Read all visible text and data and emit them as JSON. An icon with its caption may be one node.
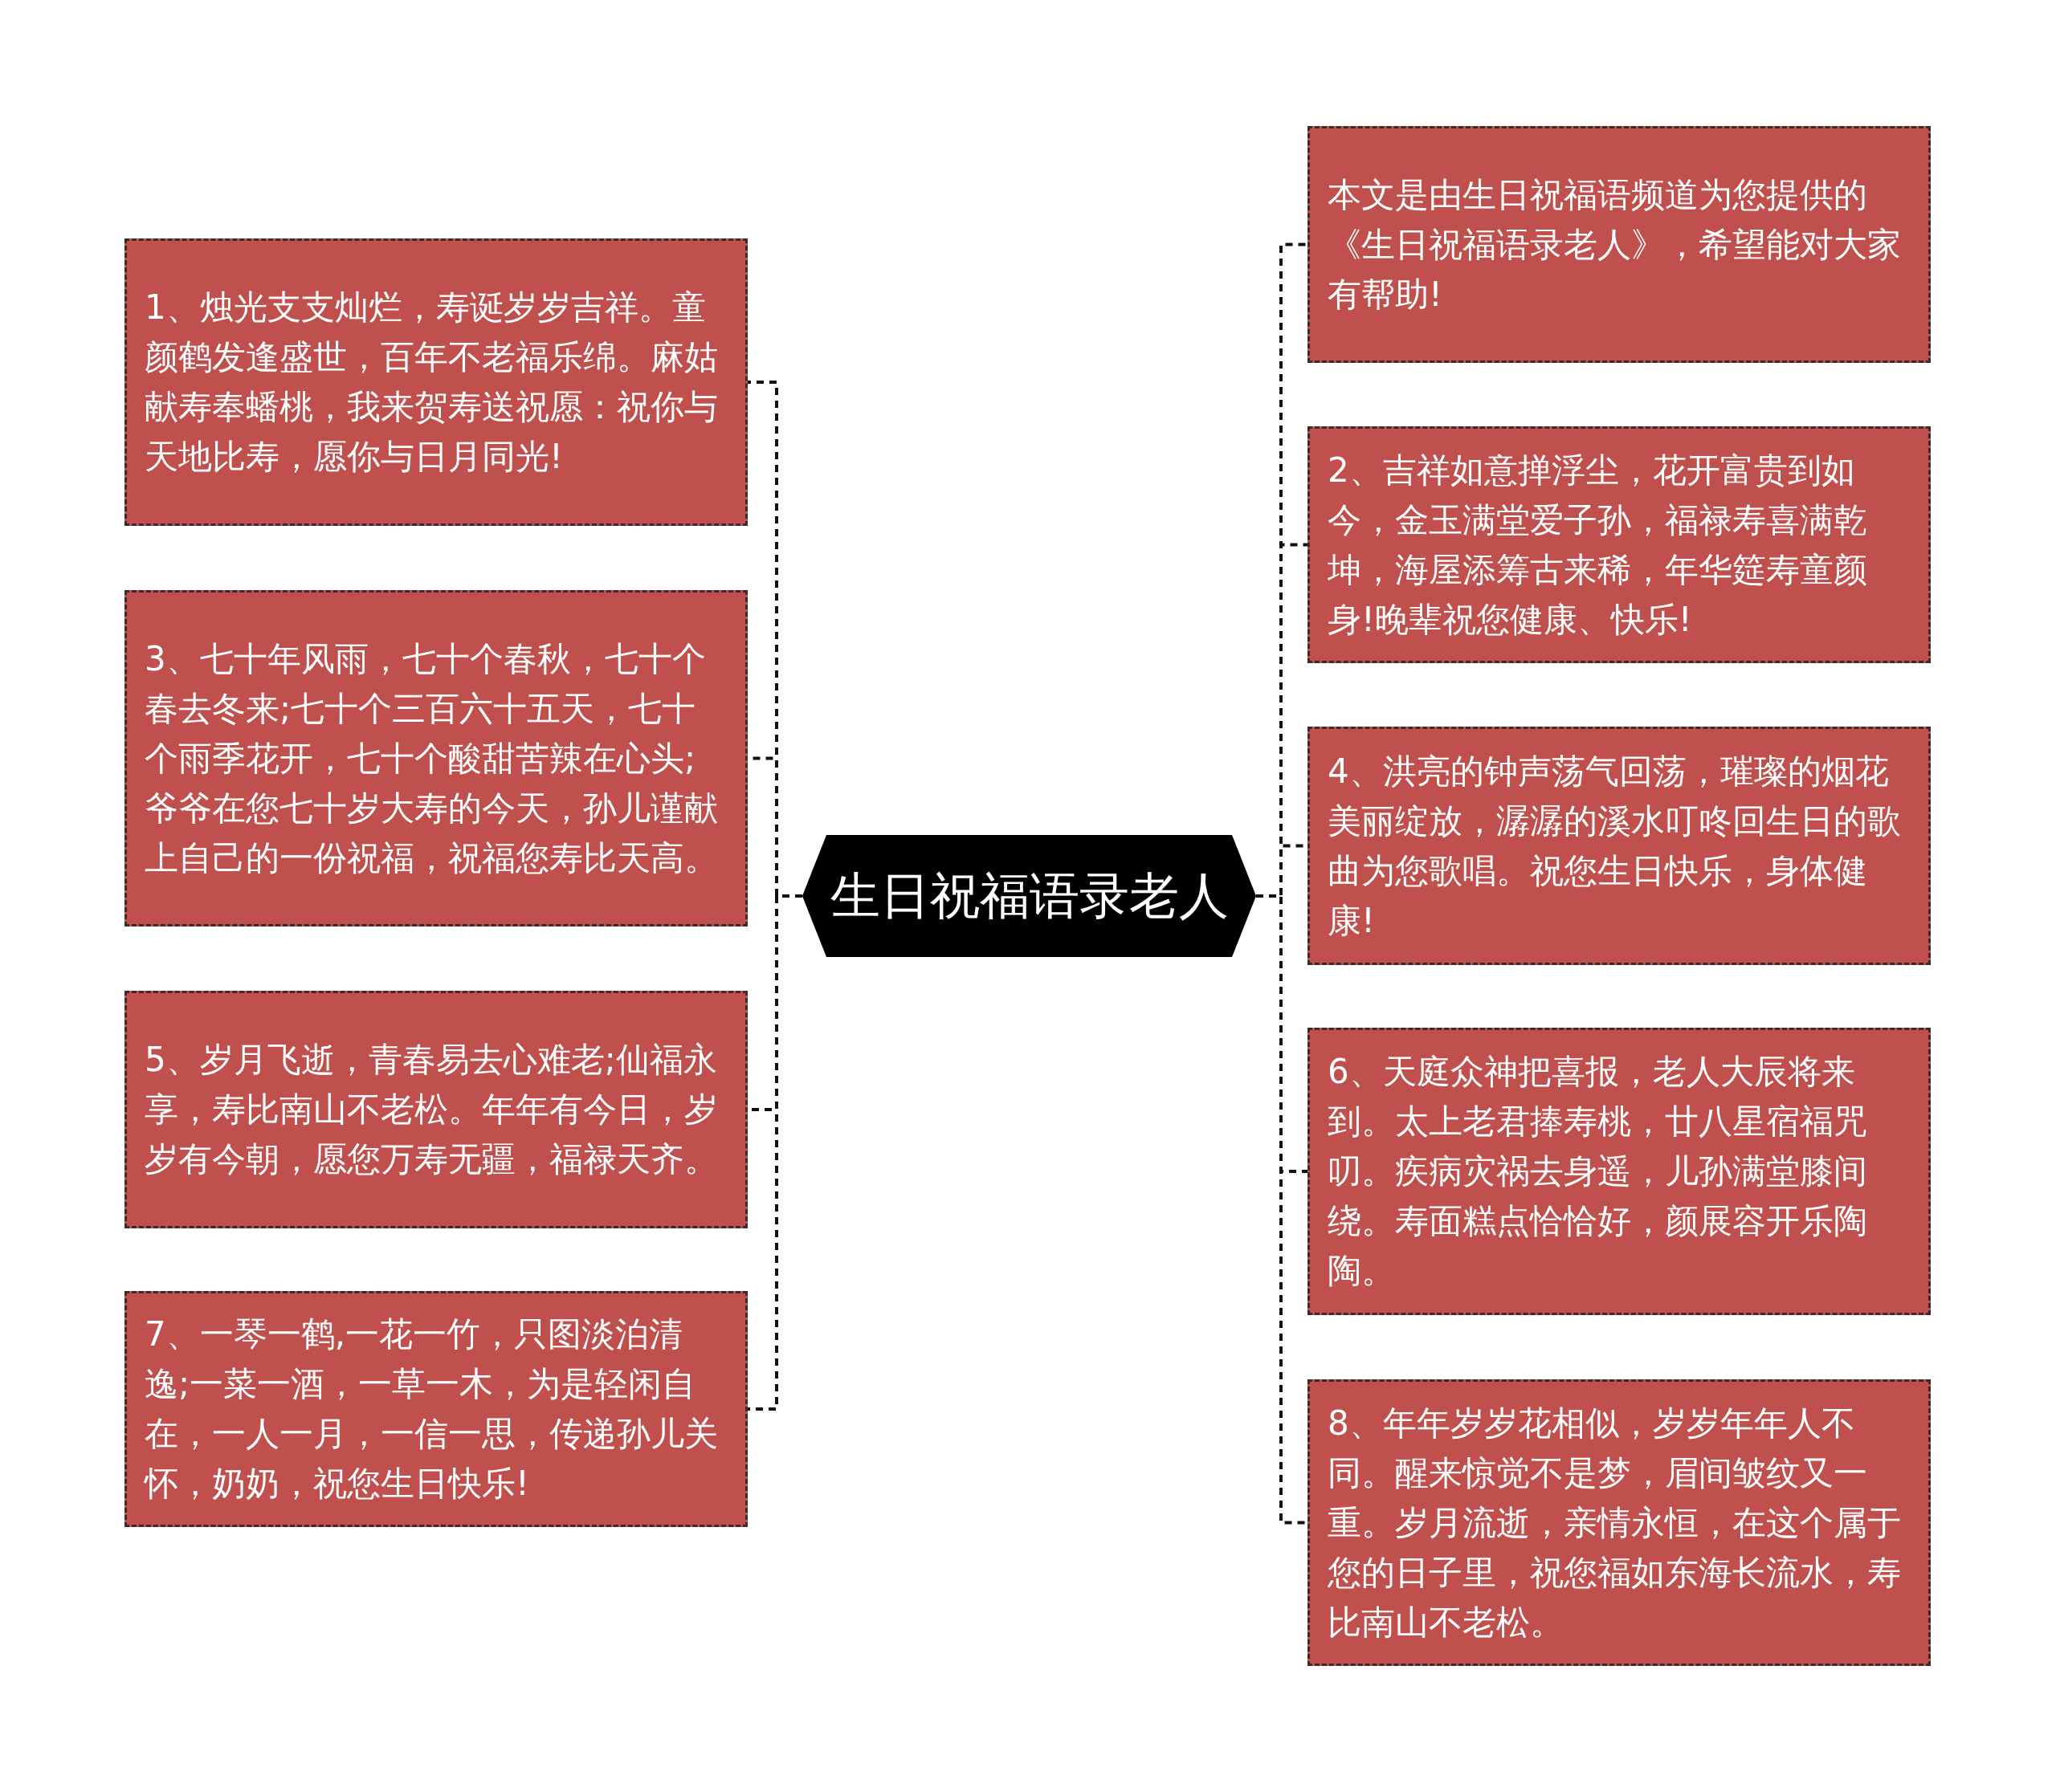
{
  "diagram": {
    "nodes": [
      {
        "text": [
          "生日祝福语录老人"
        ]
      },
      {
        "text": [
          "本文是由生日祝福语频道为您提供的《生日祝福语录老人》，希望能对大家有帮助!"
        ]
      },
      {
        "text": [
          "1、烛光支支灿烂，寿诞岁岁吉祥。童颜鹤发逢盛世，百年不老福乐绵。麻姑献寿奉蟠桃，我来贺寿送祝愿：祝你与天地比寿，愿你与日月同光!"
        ]
      },
      {
        "text": [
          "2、吉祥如意掸浮尘，花开富贵到如今，金玉满堂爱子孙，福禄寿喜满乾坤，海屋添筹古来稀，年华筵寿童颜身!晚辈祝您健康、快乐!"
        ]
      },
      {
        "text": [
          "3、七十年风雨，七十个春秋，七十个春去冬来;七十个三百六十五天，七十个雨季花开，七十个酸甜苦辣在心头;爷爷在您七十岁大寿的今天，孙儿谨献上自己的一份祝福，祝福您寿比天高。"
        ]
      },
      {
        "text": [
          "4、洪亮的钟声荡气回荡，璀璨的烟花美丽绽放，潺潺的溪水叮咚回生日的歌曲为您歌唱。祝您生日快乐，身体健康!"
        ]
      },
      {
        "text": [
          "5、岁月飞逝，青春易去心难老;仙福永享，寿比南山不老松。年年有今日，岁岁有今朝，愿您万寿无疆，福禄天齐。"
        ]
      },
      {
        "text": [
          "6、天庭众神把喜报，老人大辰将来到。太上老君捧寿桃，廿八星宿福咒叨。疾病灾祸去身遥，儿孙满堂膝间绕。寿面糕点恰恰好，颜展容开乐陶陶。"
        ]
      },
      {
        "text": [
          "7、一琴一鹤,一花一竹，只图淡泊清逸;一菜一酒，一草一木，为是轻闲自在，一人一月，一信一思，传递孙儿关怀，奶奶，祝您生日快乐!"
        ]
      },
      {
        "text": [
          "8、年年岁岁花相似，岁岁年年人不同。醒来惊觉不是梦，眉间皱纹又一重。岁月流逝，亲情永恒，在这个属于您的日子里，祝您福如东海长流水，寿比南山不老松。"
        ]
      }
    ],
    "edges": [
      {
        "from": 0,
        "to": 1,
        "arrow": "none",
        "style": "dashed"
      },
      {
        "from": 0,
        "to": 2,
        "arrow": "none",
        "style": "dashed"
      },
      {
        "from": 0,
        "to": 3,
        "arrow": "none",
        "style": "dashed"
      },
      {
        "from": 0,
        "to": 4,
        "arrow": "none",
        "style": "dashed"
      },
      {
        "from": 0,
        "to": 5,
        "arrow": "none",
        "style": "dashed"
      },
      {
        "from": 0,
        "to": 6,
        "arrow": "none",
        "style": "dashed"
      },
      {
        "from": 0,
        "to": 7,
        "arrow": "none",
        "style": "dashed"
      },
      {
        "from": 0,
        "to": 8,
        "arrow": "none",
        "style": "dashed"
      },
      {
        "from": 0,
        "to": 9,
        "arrow": "none",
        "style": "dashed"
      }
    ]
  }
}
